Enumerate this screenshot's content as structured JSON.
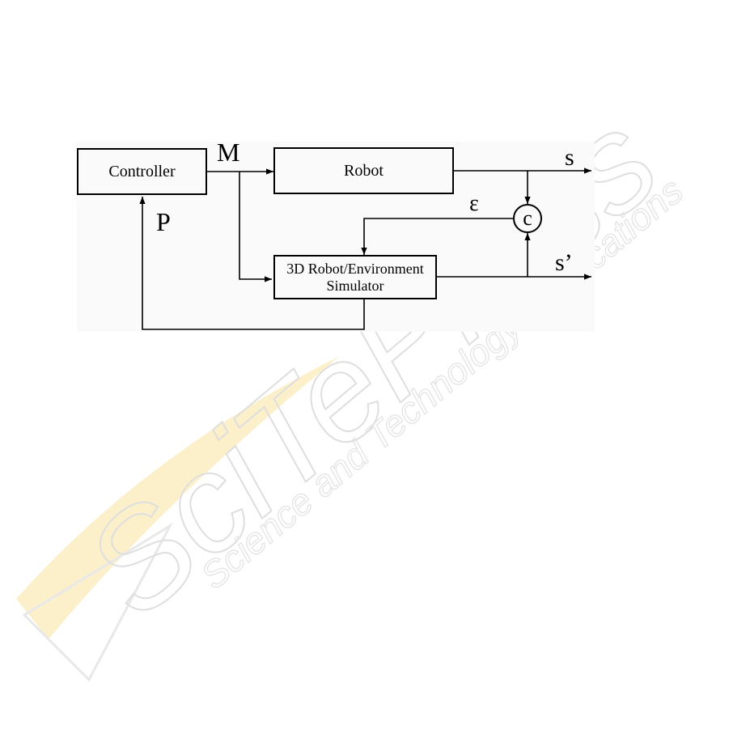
{
  "colors": {
    "line": "#000000",
    "watermark_gray": "#cfcfcf",
    "watermark_yellow": "#f5d36a"
  },
  "blocks": {
    "controller": "Controller",
    "robot": "Robot",
    "simulator_line1": "3D Robot/Environment",
    "simulator_line2": "Simulator",
    "comparator": "c"
  },
  "signals": {
    "motor": "M",
    "perception": "P",
    "real_output": "s",
    "sim_output": "s’",
    "error": "ε"
  },
  "watermark": {
    "main": "SciTePress",
    "sub": "Science and Technology Publications"
  }
}
